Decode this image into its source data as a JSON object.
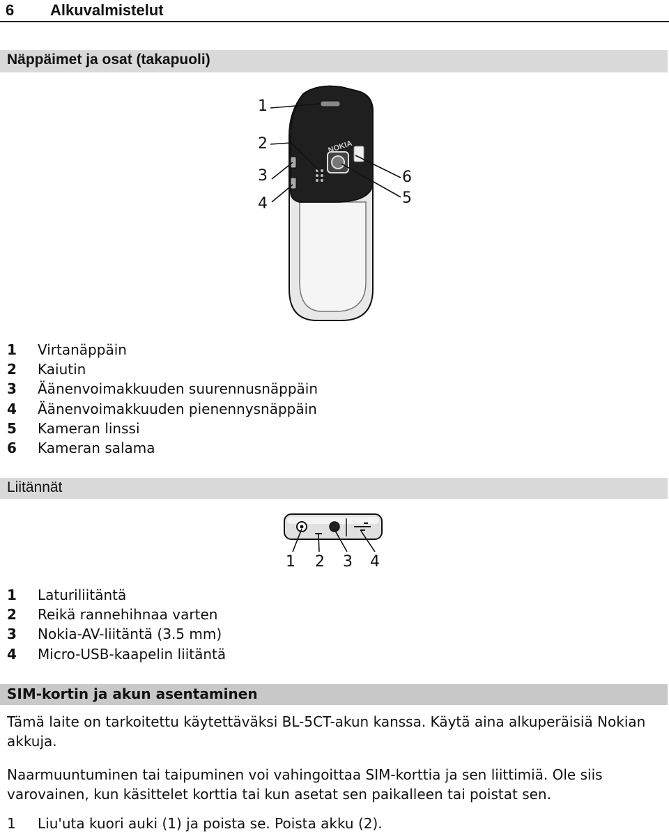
{
  "chapter": {
    "number": "6",
    "title": "Alkuvalmistelut"
  },
  "keys_section": {
    "heading": "Näppäimet ja osat (takapuoli)",
    "callouts": [
      "1",
      "2",
      "3",
      "4",
      "6",
      "5"
    ],
    "phone_logo": "NOKIA",
    "items": [
      {
        "n": "1",
        "label": "Virtanäppäin"
      },
      {
        "n": "2",
        "label": "Kaiutin"
      },
      {
        "n": "3",
        "label": "Äänenvoimakkuuden suurennusnäppäin"
      },
      {
        "n": "4",
        "label": "Äänenvoimakkuuden pienennysnäppäin"
      },
      {
        "n": "5",
        "label": "Kameran linssi"
      },
      {
        "n": "6",
        "label": "Kameran salama"
      }
    ]
  },
  "connectors_section": {
    "heading": "Liitännät",
    "callouts": [
      "1",
      "2",
      "3",
      "4"
    ],
    "items": [
      {
        "n": "1",
        "label": "Laturiliitäntä"
      },
      {
        "n": "2",
        "label": "Reikä rannehihnaa varten"
      },
      {
        "n": "3",
        "label": "Nokia-AV-liitäntä (3.5 mm)"
      },
      {
        "n": "4",
        "label": "Micro-USB-kaapelin liitäntä"
      }
    ]
  },
  "sim_section": {
    "heading": "SIM-kortin ja akun asentaminen",
    "para1": "Tämä laite on tarkoitettu käytettäväksi BL-5CT-akun kanssa. Käytä aina alkuperäisiä Nokian akkuja.",
    "para2": "Naarmuuntuminen tai taipuminen voi vahingoittaa SIM-korttia ja sen liittimiä. Ole siis varovainen, kun käsittelet korttia tai kun asetat sen paikalleen tai poistat sen.",
    "step1_n": "1",
    "step1": "Liu'uta kuori auki (1) ja poista se. Poista akku (2)."
  }
}
